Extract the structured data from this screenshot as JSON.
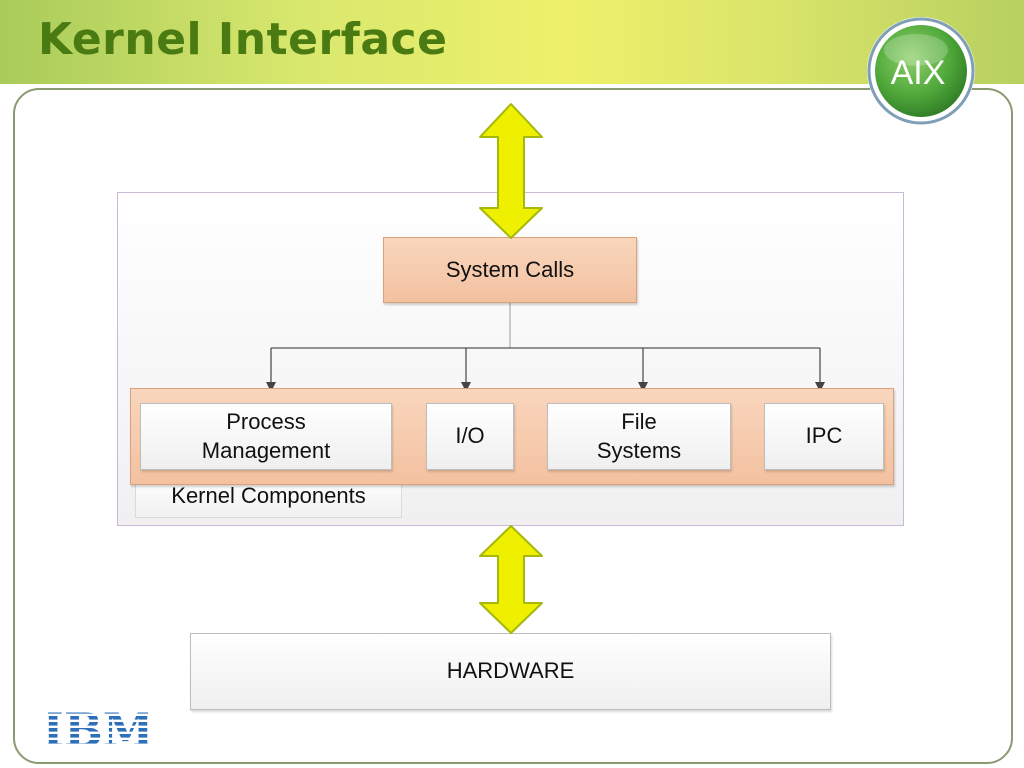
{
  "slide": {
    "title": "Kernel Interface"
  },
  "logos": {
    "aix_text": "AIX",
    "ibm_text": "IBM"
  },
  "diagram": {
    "system_calls": "System Calls",
    "components_label": "Kernel Components",
    "components": [
      {
        "label": "Process Management"
      },
      {
        "label": "I/O"
      },
      {
        "label": "File Systems"
      },
      {
        "label": "IPC"
      }
    ],
    "hardware": "HARDWARE"
  },
  "colors": {
    "title": "#4a7a12",
    "arrow_fill": "#eef000",
    "arrow_stroke": "#a6b80c",
    "box_orange": "#f6cdb0",
    "aix_green": "#4fa83a"
  }
}
